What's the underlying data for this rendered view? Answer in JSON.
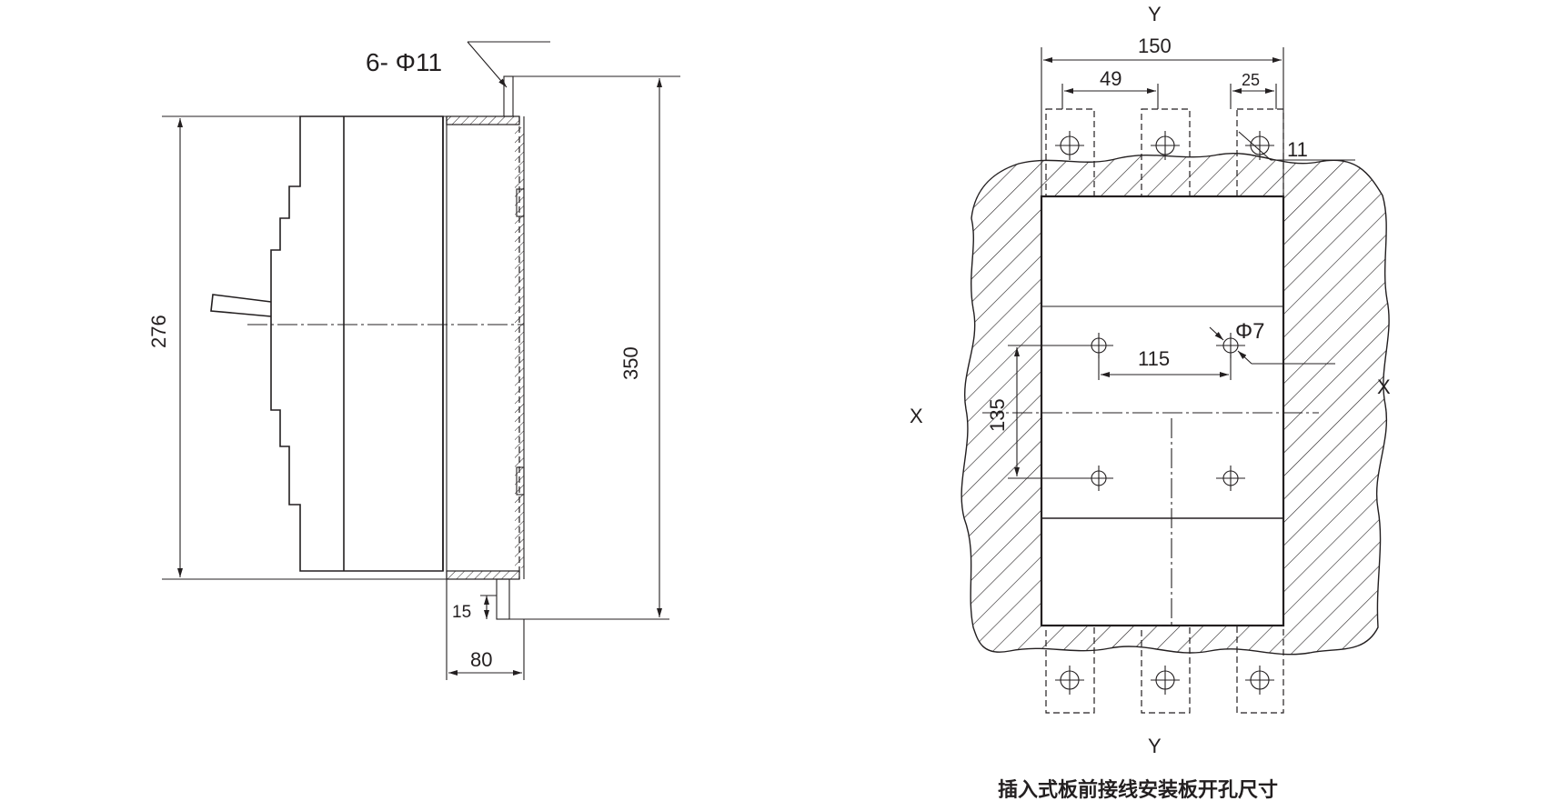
{
  "side_view": {
    "hole_callout": "6- Φ11",
    "dim_height_body": "276",
    "dim_height_total": "350",
    "dim_depth": "80",
    "dim_offset": "15"
  },
  "front_view": {
    "axis_y_top": "Y",
    "axis_y_bottom": "Y",
    "axis_x_left": "X",
    "axis_x_right": "X",
    "dim_width": "150",
    "dim_pitch": "49",
    "dim_terminal": "25",
    "dim_terminal_hole": "11",
    "dim_mount_hole": "Φ7",
    "dim_mount_h": "115",
    "dim_mount_v": "135"
  },
  "caption": "插入式板前接线安装板开孔尺寸"
}
